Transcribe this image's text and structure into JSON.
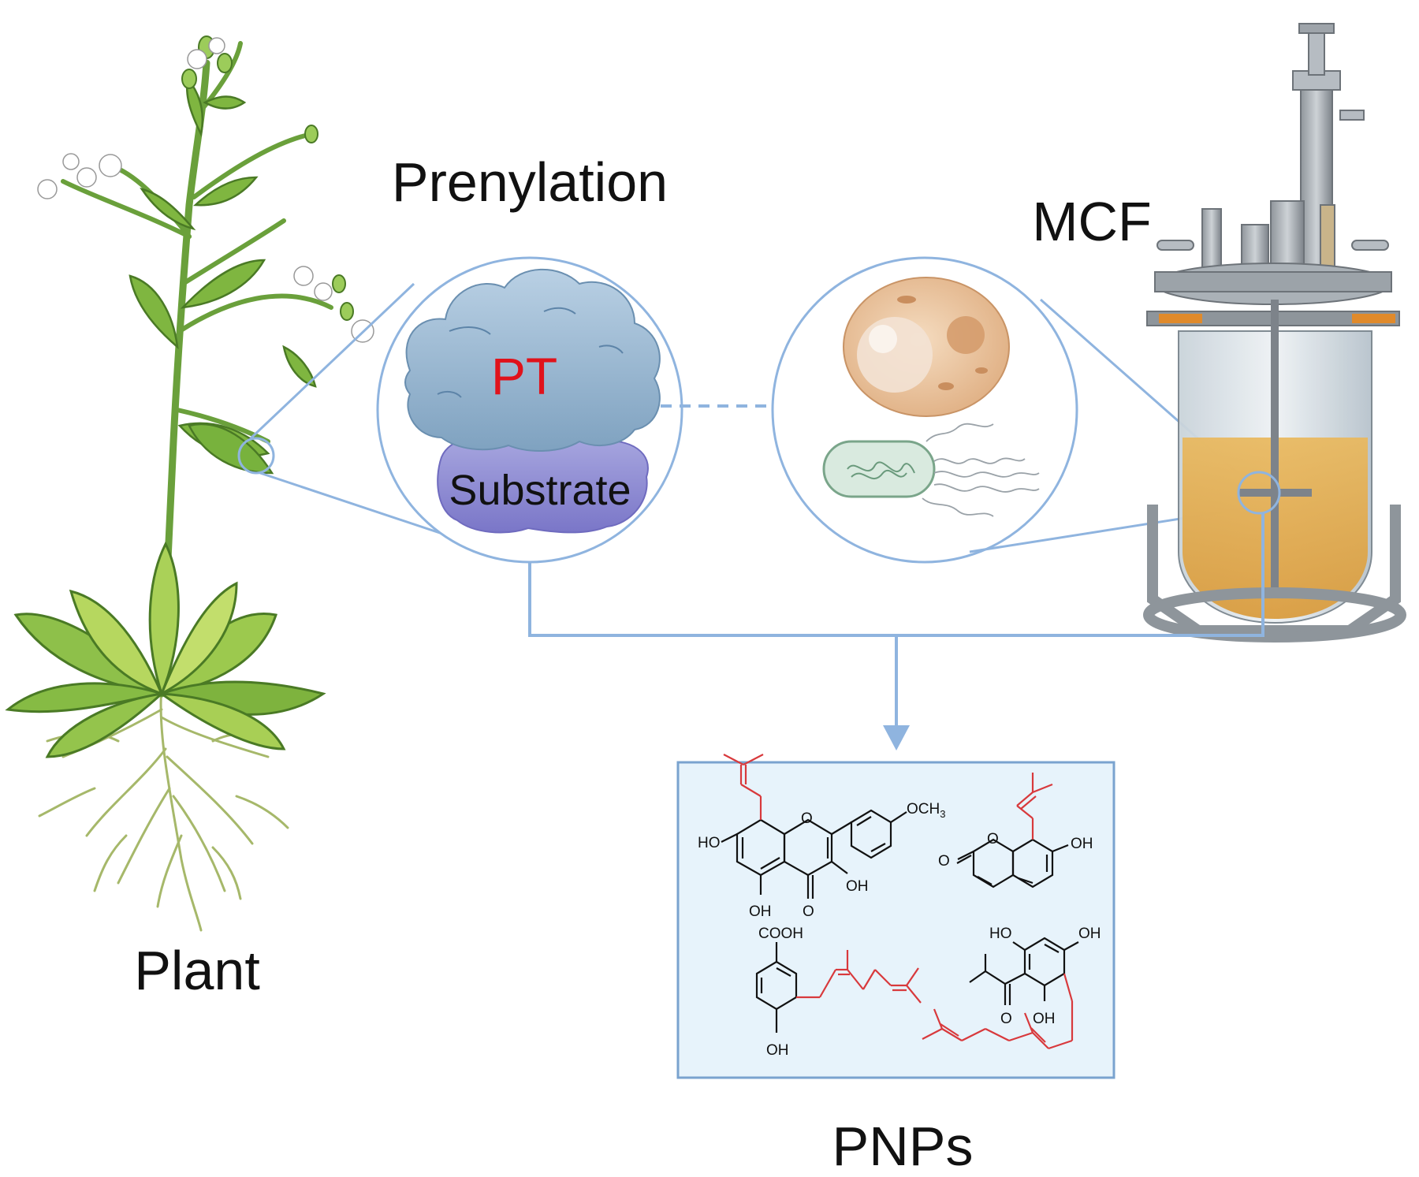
{
  "labels": {
    "plant": "Plant",
    "prenylation": "Prenylation",
    "mcf": "MCF",
    "pt": "PT",
    "substrate": "Substrate",
    "pnps": "PNPs"
  },
  "chem_labels": {
    "m1_och3": "OCH",
    "m1_och3_sub": "3",
    "m1_ho": "HO",
    "m1_oh_a": "OH",
    "m1_oh_b": "OH",
    "m1_o_ring": "O",
    "m1_o_keto": "O",
    "m2_o_carbonyl": "O",
    "m2_o_ring": "O",
    "m2_oh": "OH",
    "m3_cooh": "COOH",
    "m3_oh": "OH",
    "m4_ho": "HO",
    "m4_oh_a": "OH",
    "m4_oh_b": "OH",
    "m4_o": "O"
  },
  "colors": {
    "connector": "#8fb4df",
    "pt_text": "#e0121b",
    "prenyl": "#d8393c",
    "pnp_panel_bg": "#e7f3fb",
    "pnp_panel_border": "#7aa3cf"
  }
}
